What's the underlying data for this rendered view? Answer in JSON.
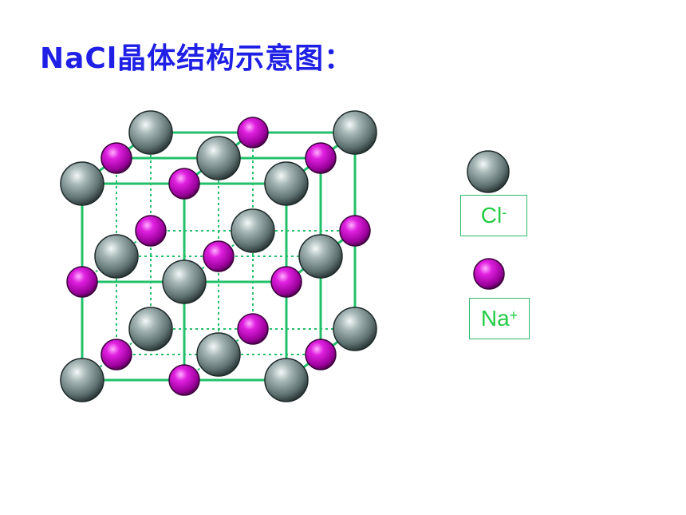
{
  "title": "NaCl晶体结构示意图：",
  "legend": {
    "cl": {
      "symbol": "Cl",
      "charge": "-"
    },
    "na": {
      "symbol": "Na",
      "charge": "+"
    }
  },
  "colors": {
    "title": "#1f1fe6",
    "bond": "#22c06a",
    "chloride": "#8a9a9a",
    "sodium": "#cc00cc",
    "legend_text": "#22cc44"
  }
}
